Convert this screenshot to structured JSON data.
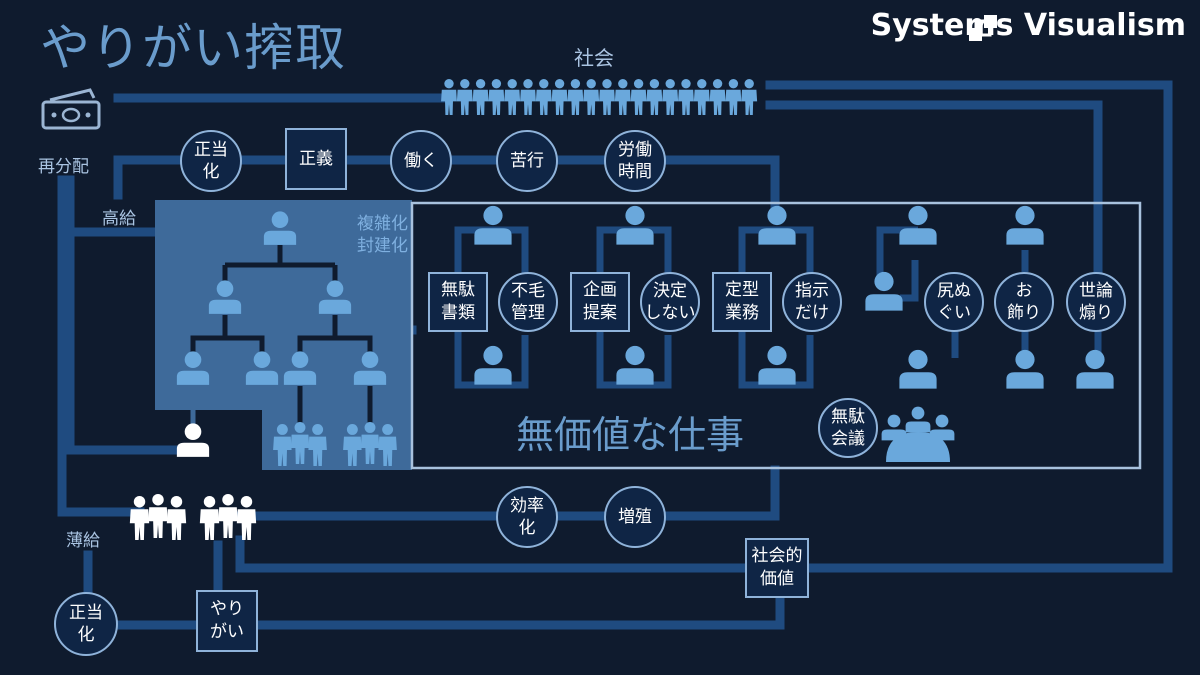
{
  "title": "やりがい搾取",
  "brand": {
    "name": "Systems Visualism",
    "logo_icon": "flow-squares-icon"
  },
  "labels": {
    "society": "社会",
    "redistribution": "再分配",
    "high_pay": "高給",
    "low_pay": "薄給",
    "complexity": "複雑化\n封建化",
    "worthless_work": "無価値な仕事"
  },
  "top_row": {
    "justify": "正当\n化",
    "justice": "正義",
    "work": "働く",
    "hardship": "苦行",
    "hours": "労働\n時間"
  },
  "work_items": {
    "waste_docs": "無駄\n書類",
    "fruitless_mgmt": "不毛\n管理",
    "planning": "企画\n提案",
    "no_decision": "決定\nしない",
    "routine": "定型\n業務",
    "only_orders": "指示\nだけ",
    "cleanup": "尻ぬ\nぐい",
    "decoration": "お\n飾り",
    "stir_opinion": "世論\n煽り",
    "waste_meeting": "無駄\n会議"
  },
  "bottom_row": {
    "efficiency": "効率\n化",
    "proliferation": "増殖",
    "social_value": "社会的\n価値",
    "justify2": "正当\n化",
    "reward": "やり\nがい"
  },
  "colors": {
    "background": "#0f1b2e",
    "line": "#1f4b80",
    "person": "#6aa8dc",
    "hier_panel": "#3e6a9a",
    "title": "#6a9ccc"
  },
  "icons": [
    "money-icon",
    "person-icon",
    "crowd-icon",
    "meeting-icon"
  ]
}
